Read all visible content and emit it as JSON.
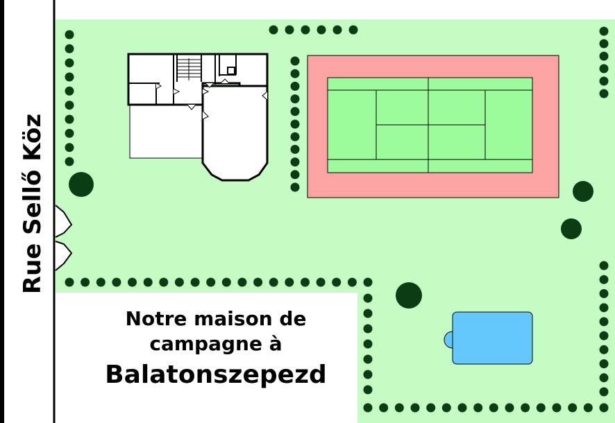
{
  "street": {
    "label": "Rue Sellő Köz"
  },
  "caption": {
    "line1": "Notre maison de",
    "line2": "campagne à",
    "place": "Balatonszepezd"
  },
  "colors": {
    "lawn": "#c4fcc4",
    "court_surround": "#fca4a4",
    "court_surface": "#9cfc9c",
    "pool": "#64c8fc",
    "trees": "#0c3c14",
    "street_line": "#000000",
    "background": "#ffffff"
  },
  "icons": {
    "house": "house-floorplan-icon",
    "tennis_court": "tennis-court-icon",
    "pool": "swimming-pool-icon",
    "tree": "tree-icon",
    "hedge": "hedge-bush-icon",
    "gate": "gate-icon"
  }
}
